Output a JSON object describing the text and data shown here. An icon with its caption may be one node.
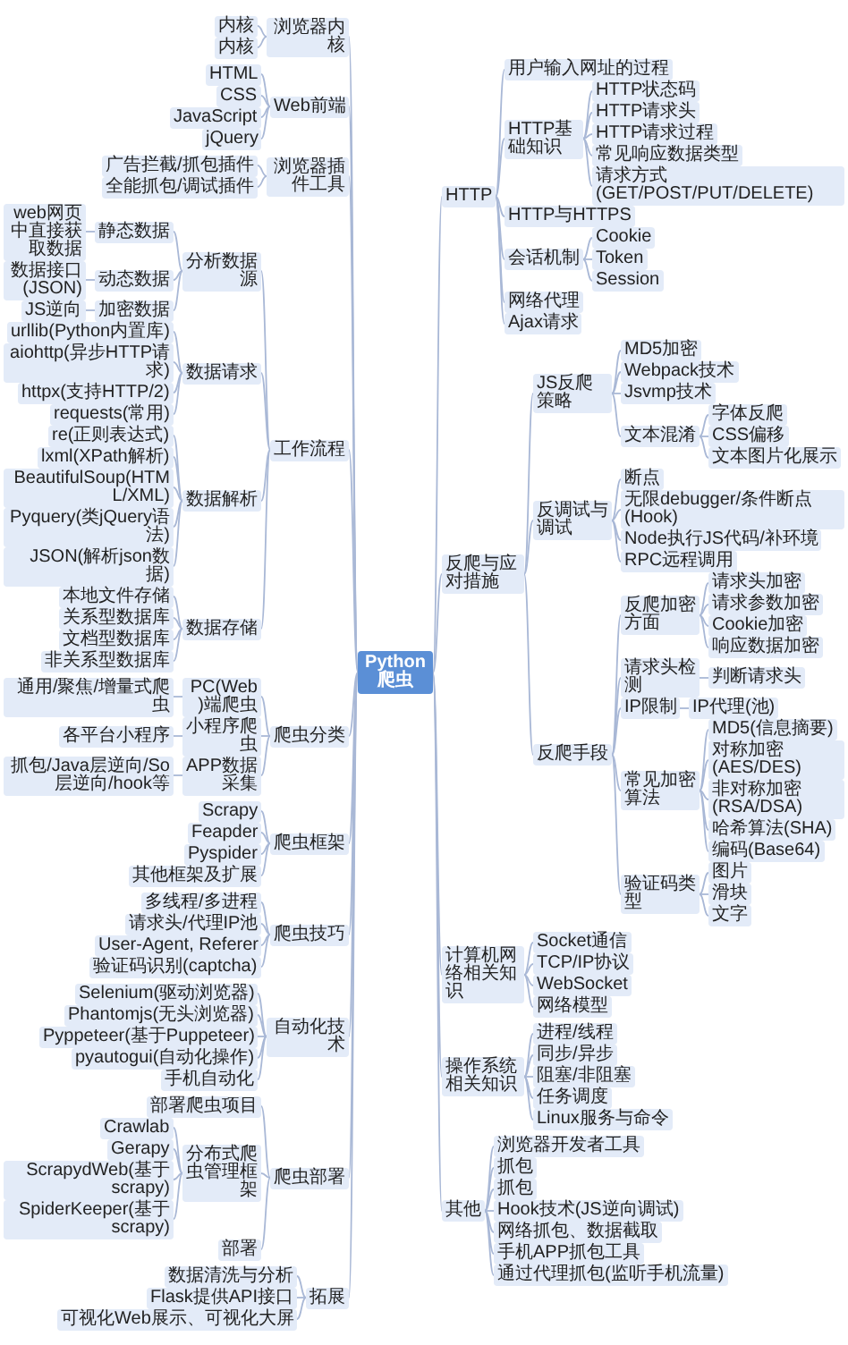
{
  "diagram": {
    "nodes": [
      {
        "text": [
          "Python爬虫"
        ]
      },
      {
        "text": [
          "HTTP"
        ]
      },
      {
        "text": [
          "用户输入网址的过程"
        ]
      },
      {
        "text": [
          "HTTP基础知识"
        ]
      },
      {
        "text": [
          "HTTP状态码"
        ]
      },
      {
        "text": [
          "HTTP请求头"
        ]
      },
      {
        "text": [
          "HTTP请求过程"
        ]
      },
      {
        "text": [
          "常见响应数据类型"
        ]
      },
      {
        "text": [
          "请求方式(GET/POST/PUT/DELETE)"
        ]
      },
      {
        "text": [
          "HTTP与HTTPS"
        ]
      },
      {
        "text": [
          "会话机制"
        ]
      },
      {
        "text": [
          "Cookie"
        ]
      },
      {
        "text": [
          "Token"
        ]
      },
      {
        "text": [
          "Session"
        ]
      },
      {
        "text": [
          "网络代理"
        ]
      },
      {
        "text": [
          "Ajax请求"
        ]
      },
      {
        "text": [
          "反爬与应对措施"
        ]
      },
      {
        "text": [
          "JS反爬策略"
        ]
      },
      {
        "text": [
          "MD5加密"
        ]
      },
      {
        "text": [
          "Webpack技术"
        ]
      },
      {
        "text": [
          "Jsvmp技术"
        ]
      },
      {
        "text": [
          "文本混淆"
        ]
      },
      {
        "text": [
          "字体反爬"
        ]
      },
      {
        "text": [
          "CSS偏移"
        ]
      },
      {
        "text": [
          "文本图片化展示"
        ]
      },
      {
        "text": [
          "反调试与调试"
        ]
      },
      {
        "text": [
          "断点"
        ]
      },
      {
        "text": [
          "无限debugger/条件断点(Hook)"
        ]
      },
      {
        "text": [
          "Node执行JS代码/补环境"
        ]
      },
      {
        "text": [
          "RPC远程调用"
        ]
      },
      {
        "text": [
          "反爬手段"
        ]
      },
      {
        "text": [
          "反爬加密方面"
        ]
      },
      {
        "text": [
          "请求头加密"
        ]
      },
      {
        "text": [
          "请求参数加密"
        ]
      },
      {
        "text": [
          "Cookie加密"
        ]
      },
      {
        "text": [
          "响应数据加密"
        ]
      },
      {
        "text": [
          "请求头检测"
        ]
      },
      {
        "text": [
          "判断请求头"
        ]
      },
      {
        "text": [
          "IP限制"
        ]
      },
      {
        "text": [
          "IP代理(池)"
        ]
      },
      {
        "text": [
          "常见加密算法"
        ]
      },
      {
        "text": [
          "MD5(信息摘要)"
        ]
      },
      {
        "text": [
          "对称加密(AES/DES)"
        ]
      },
      {
        "text": [
          "非对称加密(RSA/DSA)"
        ]
      },
      {
        "text": [
          "哈希算法(SHA)"
        ]
      },
      {
        "text": [
          "编码(Base64)"
        ]
      },
      {
        "text": [
          "验证码类型"
        ]
      },
      {
        "text": [
          "图片"
        ]
      },
      {
        "text": [
          "滑块"
        ]
      },
      {
        "text": [
          "文字"
        ]
      },
      {
        "text": [
          "计算机网络相关知识"
        ]
      },
      {
        "text": [
          "Socket通信"
        ]
      },
      {
        "text": [
          "TCP/IP协议"
        ]
      },
      {
        "text": [
          "WebSocket"
        ]
      },
      {
        "text": [
          "网络模型"
        ]
      },
      {
        "text": [
          "操作系统相关知识"
        ]
      },
      {
        "text": [
          "进程/线程"
        ]
      },
      {
        "text": [
          "同步/异步"
        ]
      },
      {
        "text": [
          "阻塞/非阻塞"
        ]
      },
      {
        "text": [
          "任务调度"
        ]
      },
      {
        "text": [
          "Linux服务与命令"
        ]
      },
      {
        "text": [
          "其他"
        ]
      },
      {
        "text": [
          "浏览器开发者工具"
        ]
      },
      {
        "text": [
          "抓包"
        ]
      },
      {
        "text": [
          "抓包"
        ]
      },
      {
        "text": [
          "Hook技术(JS逆向调试)"
        ]
      },
      {
        "text": [
          "网络抓包、数据截取"
        ]
      },
      {
        "text": [
          "手机APP抓包工具"
        ]
      },
      {
        "text": [
          "通过代理抓包(监听手机流量)"
        ]
      },
      {
        "text": [
          "浏览器内核"
        ]
      },
      {
        "text": [
          "内核"
        ]
      },
      {
        "text": [
          "内核"
        ]
      },
      {
        "text": [
          "Web前端"
        ]
      },
      {
        "text": [
          "HTML"
        ]
      },
      {
        "text": [
          "CSS"
        ]
      },
      {
        "text": [
          "JavaScript"
        ]
      },
      {
        "text": [
          "jQuery"
        ]
      },
      {
        "text": [
          "浏览器插件工具"
        ]
      },
      {
        "text": [
          "广告拦截/抓包插件"
        ]
      },
      {
        "text": [
          "全能抓包/调试插件"
        ]
      },
      {
        "text": [
          "工作流程"
        ]
      },
      {
        "text": [
          "分析数据源"
        ]
      },
      {
        "text": [
          "静态数据"
        ]
      },
      {
        "text": [
          "web网页中直接获取数据"
        ]
      },
      {
        "text": [
          "动态数据"
        ]
      },
      {
        "text": [
          "数据接口(JSON)"
        ]
      },
      {
        "text": [
          "加密数据"
        ]
      },
      {
        "text": [
          "JS逆向"
        ]
      },
      {
        "text": [
          "数据请求"
        ]
      },
      {
        "text": [
          "urllib(Python内置库)"
        ]
      },
      {
        "text": [
          "aiohttp(异步HTTP请求)"
        ]
      },
      {
        "text": [
          "httpx(支持HTTP/2)"
        ]
      },
      {
        "text": [
          "requests(常用)"
        ]
      },
      {
        "text": [
          "数据解析"
        ]
      },
      {
        "text": [
          "re(正则表达式)"
        ]
      },
      {
        "text": [
          "lxml(XPath解析)"
        ]
      },
      {
        "text": [
          "BeautifulSoup(HTML/XML)"
        ]
      },
      {
        "text": [
          "Pyquery(类jQuery语法)"
        ]
      },
      {
        "text": [
          "JSON(解析json数据)"
        ]
      },
      {
        "text": [
          "数据存储"
        ]
      },
      {
        "text": [
          "本地文件存储"
        ]
      },
      {
        "text": [
          "关系型数据库"
        ]
      },
      {
        "text": [
          "文档型数据库"
        ]
      },
      {
        "text": [
          "非关系型数据库"
        ]
      },
      {
        "text": [
          "爬虫分类"
        ]
      },
      {
        "text": [
          "PC(Web)端爬虫"
        ]
      },
      {
        "text": [
          "通用/聚焦/增量式爬虫"
        ]
      },
      {
        "text": [
          "小程序爬虫"
        ]
      },
      {
        "text": [
          "各平台小程序"
        ]
      },
      {
        "text": [
          "APP数据采集"
        ]
      },
      {
        "text": [
          "抓包/Java层逆向/So层逆向/hook等"
        ]
      },
      {
        "text": [
          "爬虫框架"
        ]
      },
      {
        "text": [
          "Scrapy"
        ]
      },
      {
        "text": [
          "Feapder"
        ]
      },
      {
        "text": [
          "Pyspider"
        ]
      },
      {
        "text": [
          "其他框架及扩展"
        ]
      },
      {
        "text": [
          "爬虫技巧"
        ]
      },
      {
        "text": [
          "多线程/多进程"
        ]
      },
      {
        "text": [
          "请求头/代理IP池"
        ]
      },
      {
        "text": [
          "User-Agent, Referer"
        ]
      },
      {
        "text": [
          "验证码识别(captcha)"
        ]
      },
      {
        "text": [
          "自动化技术"
        ]
      },
      {
        "text": [
          "Selenium(驱动浏览器)"
        ]
      },
      {
        "text": [
          "Phantomjs(无头浏览器)"
        ]
      },
      {
        "text": [
          "Pyppeteer(基于Puppeteer)"
        ]
      },
      {
        "text": [
          "pyautogui(自动化操作)"
        ]
      },
      {
        "text": [
          "手机自动化"
        ]
      },
      {
        "text": [
          "爬虫部署"
        ]
      },
      {
        "text": [
          "部署爬虫项目"
        ]
      },
      {
        "text": [
          "分布式爬虫管理框架"
        ]
      },
      {
        "text": [
          "Crawlab"
        ]
      },
      {
        "text": [
          "Gerapy"
        ]
      },
      {
        "text": [
          "ScrapydWeb(基于scrapy)"
        ]
      },
      {
        "text": [
          "SpiderKeeper(基于scrapy)"
        ]
      },
      {
        "text": [
          "部署"
        ]
      },
      {
        "text": [
          "拓展"
        ]
      },
      {
        "text": [
          "数据清洗与分析"
        ]
      },
      {
        "text": [
          "Flask提供API接口"
        ]
      },
      {
        "text": [
          "可视化Web展示、可视化大屏"
        ]
      }
    ],
    "edges": [
      {
        "from": 0,
        "to": 1,
        "arrow": "none"
      },
      {
        "from": 0,
        "to": 16,
        "arrow": "none"
      },
      {
        "from": 0,
        "to": 50,
        "arrow": "none"
      },
      {
        "from": 0,
        "to": 55,
        "arrow": "none"
      },
      {
        "from": 0,
        "to": 61,
        "arrow": "none"
      },
      {
        "from": 0,
        "to": 69,
        "arrow": "none"
      },
      {
        "from": 0,
        "to": 72,
        "arrow": "none"
      },
      {
        "from": 0,
        "to": 77,
        "arrow": "none"
      },
      {
        "from": 0,
        "to": 80,
        "arrow": "none"
      },
      {
        "from": 0,
        "to": 104,
        "arrow": "none"
      },
      {
        "from": 0,
        "to": 111,
        "arrow": "none"
      },
      {
        "from": 0,
        "to": 116,
        "arrow": "none"
      },
      {
        "from": 0,
        "to": 121,
        "arrow": "none"
      },
      {
        "from": 0,
        "to": 127,
        "arrow": "none"
      },
      {
        "from": 0,
        "to": 135,
        "arrow": "none"
      },
      {
        "from": 1,
        "to": 2,
        "arrow": "none"
      },
      {
        "from": 1,
        "to": 3,
        "arrow": "none"
      },
      {
        "from": 1,
        "to": 9,
        "arrow": "none"
      },
      {
        "from": 1,
        "to": 10,
        "arrow": "none"
      },
      {
        "from": 1,
        "to": 14,
        "arrow": "none"
      },
      {
        "from": 1,
        "to": 15,
        "arrow": "none"
      },
      {
        "from": 3,
        "to": 4,
        "arrow": "none"
      },
      {
        "from": 3,
        "to": 5,
        "arrow": "none"
      },
      {
        "from": 3,
        "to": 6,
        "arrow": "none"
      },
      {
        "from": 3,
        "to": 7,
        "arrow": "none"
      },
      {
        "from": 3,
        "to": 8,
        "arrow": "none"
      },
      {
        "from": 10,
        "to": 11,
        "arrow": "none"
      },
      {
        "from": 10,
        "to": 12,
        "arrow": "none"
      },
      {
        "from": 10,
        "to": 13,
        "arrow": "none"
      },
      {
        "from": 16,
        "to": 17,
        "arrow": "none"
      },
      {
        "from": 16,
        "to": 25,
        "arrow": "none"
      },
      {
        "from": 16,
        "to": 30,
        "arrow": "none"
      },
      {
        "from": 17,
        "to": 18,
        "arrow": "none"
      },
      {
        "from": 17,
        "to": 19,
        "arrow": "none"
      },
      {
        "from": 17,
        "to": 20,
        "arrow": "none"
      },
      {
        "from": 17,
        "to": 21,
        "arrow": "none"
      },
      {
        "from": 21,
        "to": 22,
        "arrow": "none"
      },
      {
        "from": 21,
        "to": 23,
        "arrow": "none"
      },
      {
        "from": 21,
        "to": 24,
        "arrow": "none"
      },
      {
        "from": 25,
        "to": 26,
        "arrow": "none"
      },
      {
        "from": 25,
        "to": 27,
        "arrow": "none"
      },
      {
        "from": 25,
        "to": 28,
        "arrow": "none"
      },
      {
        "from": 25,
        "to": 29,
        "arrow": "none"
      },
      {
        "from": 30,
        "to": 31,
        "arrow": "none"
      },
      {
        "from": 30,
        "to": 36,
        "arrow": "none"
      },
      {
        "from": 30,
        "to": 38,
        "arrow": "none"
      },
      {
        "from": 30,
        "to": 40,
        "arrow": "none"
      },
      {
        "from": 30,
        "to": 46,
        "arrow": "none"
      },
      {
        "from": 31,
        "to": 32,
        "arrow": "none"
      },
      {
        "from": 31,
        "to": 33,
        "arrow": "none"
      },
      {
        "from": 31,
        "to": 34,
        "arrow": "none"
      },
      {
        "from": 31,
        "to": 35,
        "arrow": "none"
      },
      {
        "from": 36,
        "to": 37,
        "arrow": "none"
      },
      {
        "from": 38,
        "to": 39,
        "arrow": "none"
      },
      {
        "from": 40,
        "to": 41,
        "arrow": "none"
      },
      {
        "from": 40,
        "to": 42,
        "arrow": "none"
      },
      {
        "from": 40,
        "to": 43,
        "arrow": "none"
      },
      {
        "from": 40,
        "to": 44,
        "arrow": "none"
      },
      {
        "from": 40,
        "to": 45,
        "arrow": "none"
      },
      {
        "from": 46,
        "to": 47,
        "arrow": "none"
      },
      {
        "from": 46,
        "to": 48,
        "arrow": "none"
      },
      {
        "from": 46,
        "to": 49,
        "arrow": "none"
      },
      {
        "from": 50,
        "to": 51,
        "arrow": "none"
      },
      {
        "from": 50,
        "to": 52,
        "arrow": "none"
      },
      {
        "from": 50,
        "to": 53,
        "arrow": "none"
      },
      {
        "from": 50,
        "to": 54,
        "arrow": "none"
      },
      {
        "from": 55,
        "to": 56,
        "arrow": "none"
      },
      {
        "from": 55,
        "to": 57,
        "arrow": "none"
      },
      {
        "from": 55,
        "to": 58,
        "arrow": "none"
      },
      {
        "from": 55,
        "to": 59,
        "arrow": "none"
      },
      {
        "from": 55,
        "to": 60,
        "arrow": "none"
      },
      {
        "from": 61,
        "to": 62,
        "arrow": "none"
      },
      {
        "from": 61,
        "to": 63,
        "arrow": "none"
      },
      {
        "from": 61,
        "to": 64,
        "arrow": "none"
      },
      {
        "from": 61,
        "to": 65,
        "arrow": "none"
      },
      {
        "from": 61,
        "to": 66,
        "arrow": "none"
      },
      {
        "from": 61,
        "to": 67,
        "arrow": "none"
      },
      {
        "from": 61,
        "to": 68,
        "arrow": "none"
      },
      {
        "from": 69,
        "to": 70,
        "arrow": "none"
      },
      {
        "from": 69,
        "to": 71,
        "arrow": "none"
      },
      {
        "from": 72,
        "to": 73,
        "arrow": "none"
      },
      {
        "from": 72,
        "to": 74,
        "arrow": "none"
      },
      {
        "from": 72,
        "to": 75,
        "arrow": "none"
      },
      {
        "from": 72,
        "to": 76,
        "arrow": "none"
      },
      {
        "from": 77,
        "to": 78,
        "arrow": "none"
      },
      {
        "from": 77,
        "to": 79,
        "arrow": "none"
      },
      {
        "from": 80,
        "to": 81,
        "arrow": "none"
      },
      {
        "from": 80,
        "to": 88,
        "arrow": "none"
      },
      {
        "from": 80,
        "to": 93,
        "arrow": "none"
      },
      {
        "from": 80,
        "to": 99,
        "arrow": "none"
      },
      {
        "from": 81,
        "to": 82,
        "arrow": "none"
      },
      {
        "from": 81,
        "to": 84,
        "arrow": "none"
      },
      {
        "from": 81,
        "to": 86,
        "arrow": "none"
      },
      {
        "from": 82,
        "to": 83,
        "arrow": "none"
      },
      {
        "from": 84,
        "to": 85,
        "arrow": "none"
      },
      {
        "from": 86,
        "to": 87,
        "arrow": "none"
      },
      {
        "from": 88,
        "to": 89,
        "arrow": "none"
      },
      {
        "from": 88,
        "to": 90,
        "arrow": "none"
      },
      {
        "from": 88,
        "to": 91,
        "arrow": "none"
      },
      {
        "from": 88,
        "to": 92,
        "arrow": "none"
      },
      {
        "from": 93,
        "to": 94,
        "arrow": "none"
      },
      {
        "from": 93,
        "to": 95,
        "arrow": "none"
      },
      {
        "from": 93,
        "to": 96,
        "arrow": "none"
      },
      {
        "from": 93,
        "to": 97,
        "arrow": "none"
      },
      {
        "from": 93,
        "to": 98,
        "arrow": "none"
      },
      {
        "from": 99,
        "to": 100,
        "arrow": "none"
      },
      {
        "from": 99,
        "to": 101,
        "arrow": "none"
      },
      {
        "from": 99,
        "to": 102,
        "arrow": "none"
      },
      {
        "from": 99,
        "to": 103,
        "arrow": "none"
      },
      {
        "from": 104,
        "to": 105,
        "arrow": "none"
      },
      {
        "from": 104,
        "to": 107,
        "arrow": "none"
      },
      {
        "from": 104,
        "to": 109,
        "arrow": "none"
      },
      {
        "from": 105,
        "to": 106,
        "arrow": "none"
      },
      {
        "from": 107,
        "to": 108,
        "arrow": "none"
      },
      {
        "from": 109,
        "to": 110,
        "arrow": "none"
      },
      {
        "from": 111,
        "to": 112,
        "arrow": "none"
      },
      {
        "from": 111,
        "to": 113,
        "arrow": "none"
      },
      {
        "from": 111,
        "to": 114,
        "arrow": "none"
      },
      {
        "from": 111,
        "to": 115,
        "arrow": "none"
      },
      {
        "from": 116,
        "to": 117,
        "arrow": "none"
      },
      {
        "from": 116,
        "to": 118,
        "arrow": "none"
      },
      {
        "from": 116,
        "to": 119,
        "arrow": "none"
      },
      {
        "from": 116,
        "to": 120,
        "arrow": "none"
      },
      {
        "from": 121,
        "to": 122,
        "arrow": "none"
      },
      {
        "from": 121,
        "to": 123,
        "arrow": "none"
      },
      {
        "from": 121,
        "to": 124,
        "arrow": "none"
      },
      {
        "from": 121,
        "to": 125,
        "arrow": "none"
      },
      {
        "from": 121,
        "to": 126,
        "arrow": "none"
      },
      {
        "from": 127,
        "to": 128,
        "arrow": "none"
      },
      {
        "from": 127,
        "to": 129,
        "arrow": "none"
      },
      {
        "from": 127,
        "to": 134,
        "arrow": "none"
      },
      {
        "from": 129,
        "to": 130,
        "arrow": "none"
      },
      {
        "from": 129,
        "to": 131,
        "arrow": "none"
      },
      {
        "from": 129,
        "to": 132,
        "arrow": "none"
      },
      {
        "from": 129,
        "to": 133,
        "arrow": "none"
      },
      {
        "from": 135,
        "to": 136,
        "arrow": "none"
      },
      {
        "from": 135,
        "to": 137,
        "arrow": "none"
      },
      {
        "from": 135,
        "to": 138,
        "arrow": "none"
      }
    ]
  }
}
